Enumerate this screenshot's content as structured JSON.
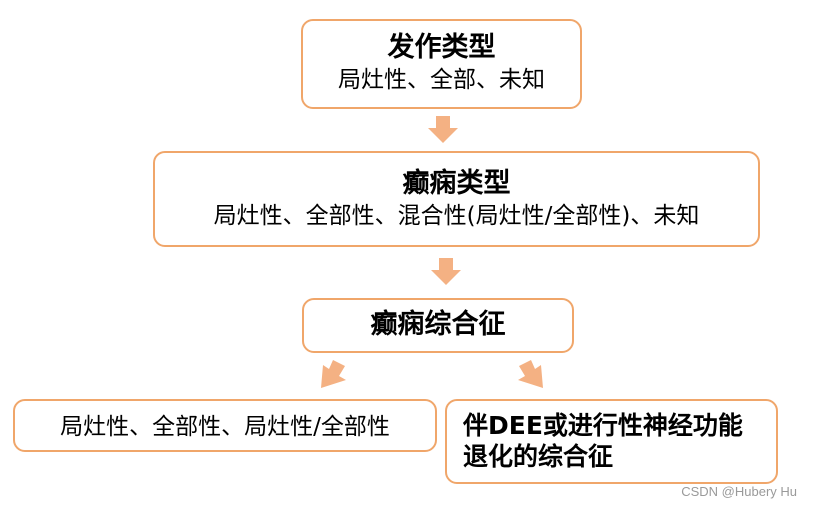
{
  "nodes": {
    "seizure_type": {
      "title": "发作类型",
      "subtitle": "局灶性、全部、未知"
    },
    "epilepsy_type": {
      "title": "癫痫类型",
      "subtitle": "局灶性、全部性、混合性(局灶性/全部性)、未知"
    },
    "epilepsy_syndrome": {
      "title": "癫痫综合征"
    },
    "focal_general": {
      "text": "局灶性、全部性、局灶性/全部性"
    },
    "dee": {
      "line1": "伴DEE或进行性神经功能",
      "line2": "退化的综合征"
    }
  },
  "colors": {
    "border": "#f0a66a",
    "arrow": "#f4b183"
  },
  "watermark": "CSDN @Hubery Hu"
}
